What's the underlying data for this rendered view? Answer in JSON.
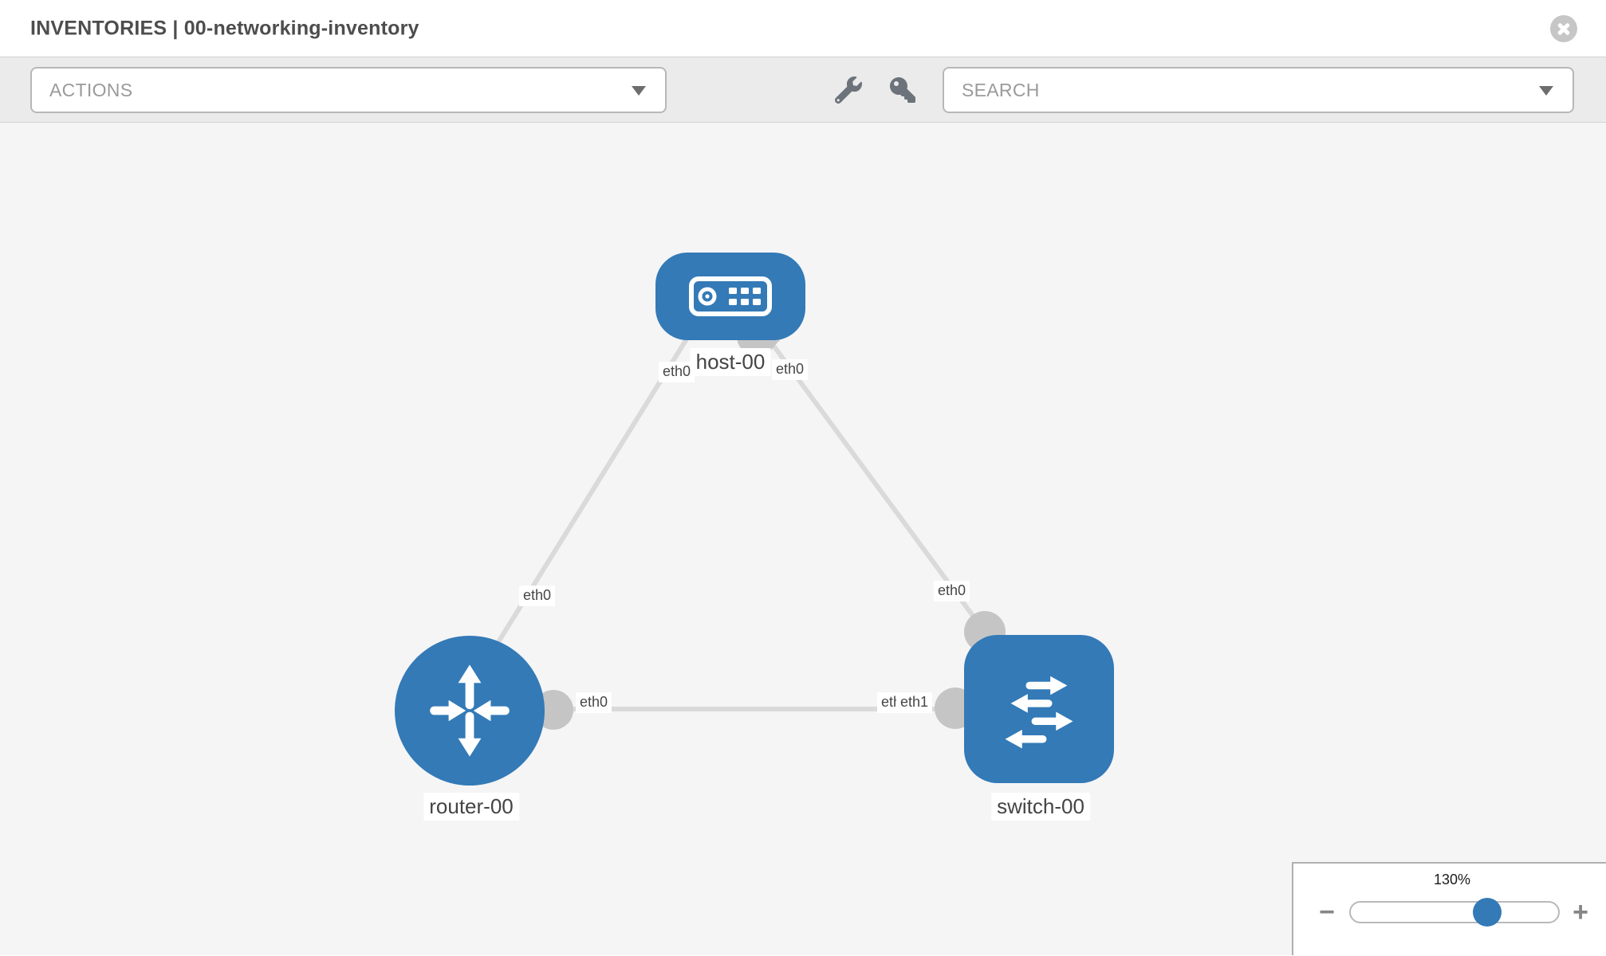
{
  "header": {
    "title": "INVENTORIES | 00-networking-inventory"
  },
  "toolbar": {
    "actions_label": "ACTIONS",
    "search_placeholder": "SEARCH",
    "icons": [
      "wrench-icon",
      "key-icon"
    ]
  },
  "topology": {
    "nodes": [
      {
        "id": "host-00",
        "type": "host",
        "label": "host-00"
      },
      {
        "id": "router-00",
        "type": "router",
        "label": "router-00"
      },
      {
        "id": "switch-00",
        "type": "switch",
        "label": "switch-00"
      }
    ],
    "links": [
      {
        "source": "host-00",
        "target": "router-00",
        "source_interface": "eth0",
        "target_interface": "eth0"
      },
      {
        "source": "host-00",
        "target": "switch-00",
        "source_interface": "eth0",
        "target_interface": "eth0"
      },
      {
        "source": "router-00",
        "target": "switch-00",
        "source_interface": "eth0",
        "target_interface": "eth1",
        "target_interface_hidden": "eth0"
      }
    ]
  },
  "zoom_control": {
    "level_label": "130%",
    "minus_label": "−",
    "plus_label": "+"
  },
  "colors": {
    "node_blue": "#337ab7",
    "link_gray": "#dadada",
    "port_gray": "#c5c5c5",
    "canvas_bg": "#f5f5f6"
  }
}
